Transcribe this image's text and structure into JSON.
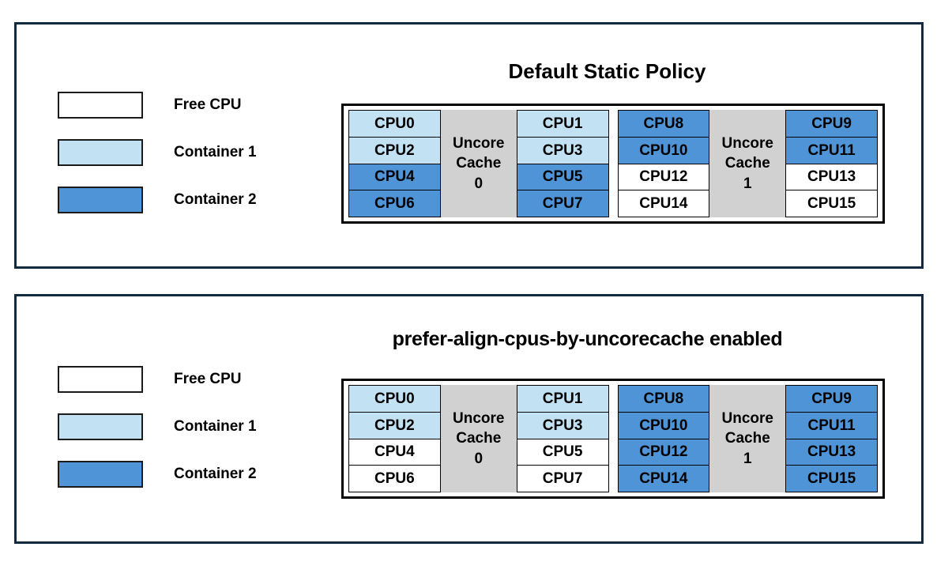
{
  "panels": [
    {
      "title": "Default Static Policy",
      "legend": [
        {
          "label": "Free CPU",
          "swatch": "#ffffff",
          "kind": "free"
        },
        {
          "label": "Container 1",
          "swatch": "#c2e2f3",
          "kind": "c1"
        },
        {
          "label": "Container 2",
          "swatch": "#4e94d6",
          "kind": "c2"
        }
      ],
      "groups": [
        {
          "cache_title": "Uncore",
          "cache_subtitle": "Cache",
          "cache_index": "0",
          "left_column": [
            {
              "label": "CPU0",
              "state": "c1"
            },
            {
              "label": "CPU2",
              "state": "c1"
            },
            {
              "label": "CPU4",
              "state": "c2"
            },
            {
              "label": "CPU6",
              "state": "c2"
            }
          ],
          "right_column": [
            {
              "label": "CPU1",
              "state": "c1"
            },
            {
              "label": "CPU3",
              "state": "c1"
            },
            {
              "label": "CPU5",
              "state": "c2"
            },
            {
              "label": "CPU7",
              "state": "c2"
            }
          ]
        },
        {
          "cache_title": "Uncore",
          "cache_subtitle": "Cache",
          "cache_index": "1",
          "left_column": [
            {
              "label": "CPU8",
              "state": "c2"
            },
            {
              "label": "CPU10",
              "state": "c2"
            },
            {
              "label": "CPU12",
              "state": "free"
            },
            {
              "label": "CPU14",
              "state": "free"
            }
          ],
          "right_column": [
            {
              "label": "CPU9",
              "state": "c2"
            },
            {
              "label": "CPU11",
              "state": "c2"
            },
            {
              "label": "CPU13",
              "state": "free"
            },
            {
              "label": "CPU15",
              "state": "free"
            }
          ]
        }
      ]
    },
    {
      "title": "prefer-align-cpus-by-uncorecache enabled",
      "legend": [
        {
          "label": "Free CPU",
          "swatch": "#ffffff",
          "kind": "free"
        },
        {
          "label": "Container 1",
          "swatch": "#c2e2f3",
          "kind": "c1"
        },
        {
          "label": "Container 2",
          "swatch": "#4e94d6",
          "kind": "c2"
        }
      ],
      "groups": [
        {
          "cache_title": "Uncore",
          "cache_subtitle": "Cache",
          "cache_index": "0",
          "left_column": [
            {
              "label": "CPU0",
              "state": "c1"
            },
            {
              "label": "CPU2",
              "state": "c1"
            },
            {
              "label": "CPU4",
              "state": "free"
            },
            {
              "label": "CPU6",
              "state": "free"
            }
          ],
          "right_column": [
            {
              "label": "CPU1",
              "state": "c1"
            },
            {
              "label": "CPU3",
              "state": "c1"
            },
            {
              "label": "CPU5",
              "state": "free"
            },
            {
              "label": "CPU7",
              "state": "free"
            }
          ]
        },
        {
          "cache_title": "Uncore",
          "cache_subtitle": "Cache",
          "cache_index": "1",
          "left_column": [
            {
              "label": "CPU8",
              "state": "c2"
            },
            {
              "label": "CPU10",
              "state": "c2"
            },
            {
              "label": "CPU12",
              "state": "c2"
            },
            {
              "label": "CPU14",
              "state": "c2"
            }
          ],
          "right_column": [
            {
              "label": "CPU9",
              "state": "c2"
            },
            {
              "label": "CPU11",
              "state": "c2"
            },
            {
              "label": "CPU13",
              "state": "c2"
            },
            {
              "label": "CPU15",
              "state": "c2"
            }
          ]
        }
      ]
    }
  ],
  "colors": {
    "panel_border": "#12293e",
    "diagram_border": "#000000",
    "free_cpu": "#ffffff",
    "container_1": "#c2e2f3",
    "container_2": "#4e94d6",
    "cache_box": "#d1d1d1"
  }
}
